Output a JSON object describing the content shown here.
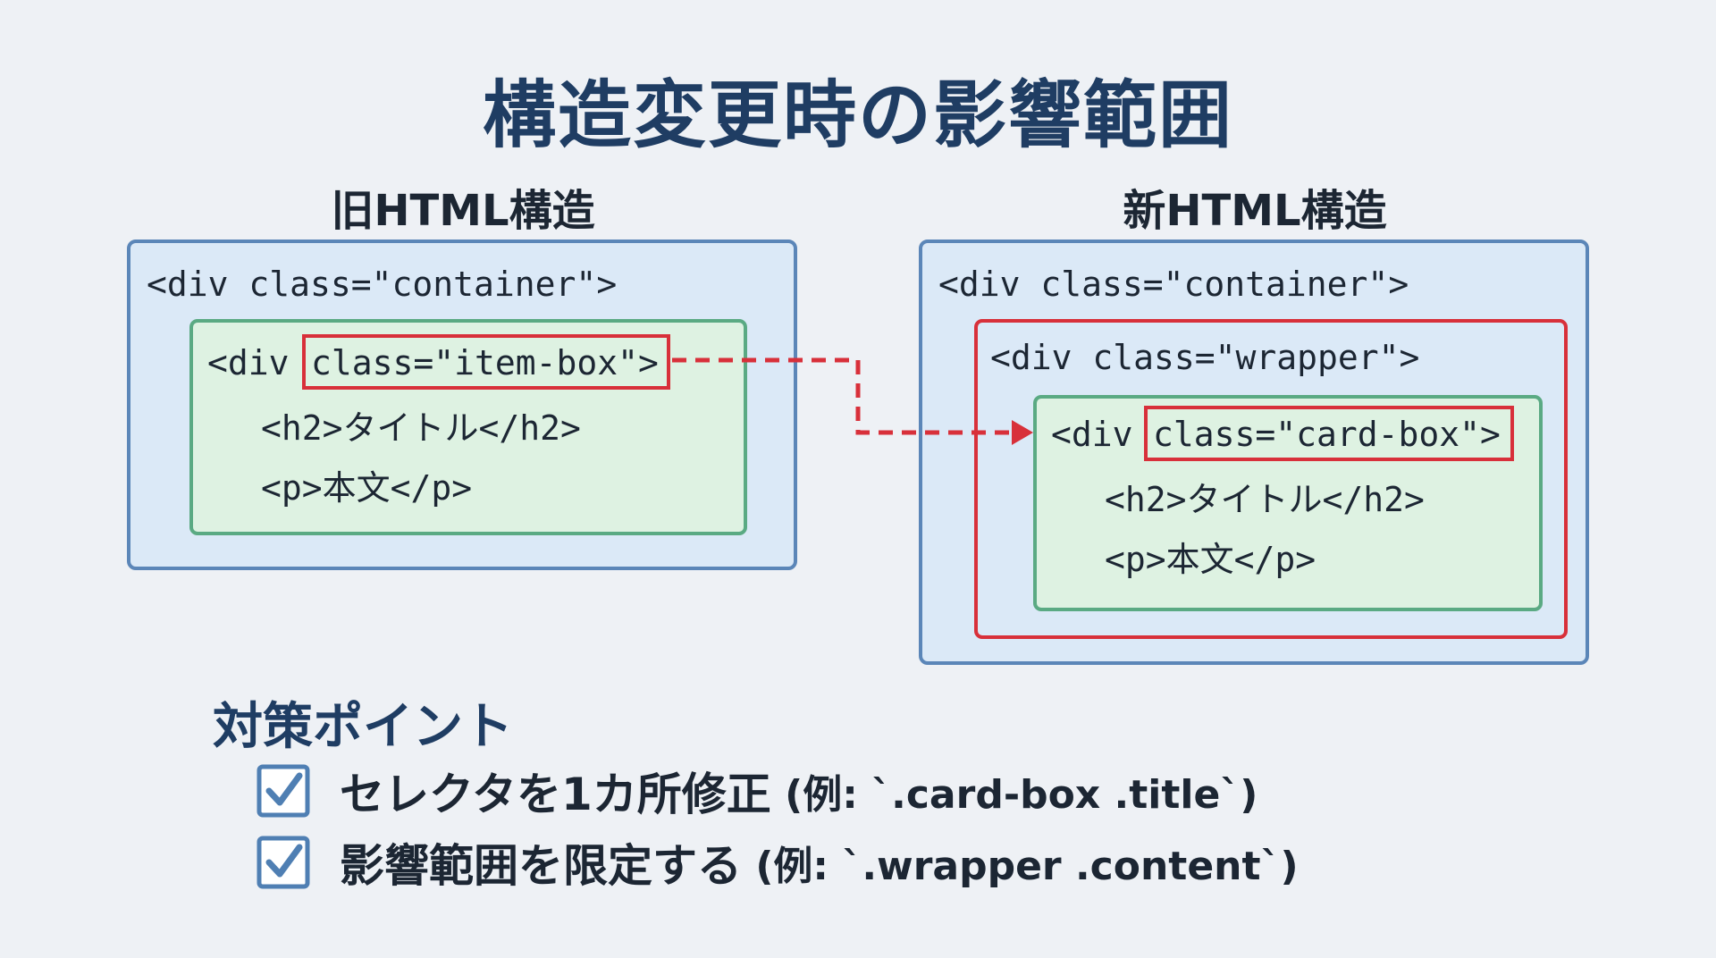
{
  "title": "構造変更時の影響範囲",
  "old_structure": {
    "heading": "旧HTML構造",
    "container_line": "<div class=\"container\">",
    "div_open": "<div ",
    "class_attr": "class=\"item-box\">",
    "h2_line": "<h2>タイトル</h2>",
    "p_line": "<p>本文</p>"
  },
  "new_structure": {
    "heading": "新HTML構造",
    "container_line": "<div class=\"container\">",
    "wrapper_line": "<div class=\"wrapper\">",
    "div_open": "<div ",
    "class_attr": "class=\"card-box\">",
    "h2_line": "<h2>タイトル</h2>",
    "p_line": "<p>本文</p>"
  },
  "countermeasures": {
    "heading": "対策ポイント",
    "items": [
      {
        "text": "セレクタを1カ所修正",
        "note": " (例: `.card-box .title`)"
      },
      {
        "text": "影響範囲を限定する",
        "note": " (例: `.wrapper .content`)"
      }
    ]
  },
  "colors": {
    "title": "#1f3d63",
    "outer_box": "#5b86b8",
    "inner_box": "#5aaa83",
    "highlight": "#d8303a",
    "check": "#4f7fb3"
  },
  "icons": {
    "checkbox": "checkbox-checked-icon",
    "arrow": "arrow-right-icon"
  }
}
